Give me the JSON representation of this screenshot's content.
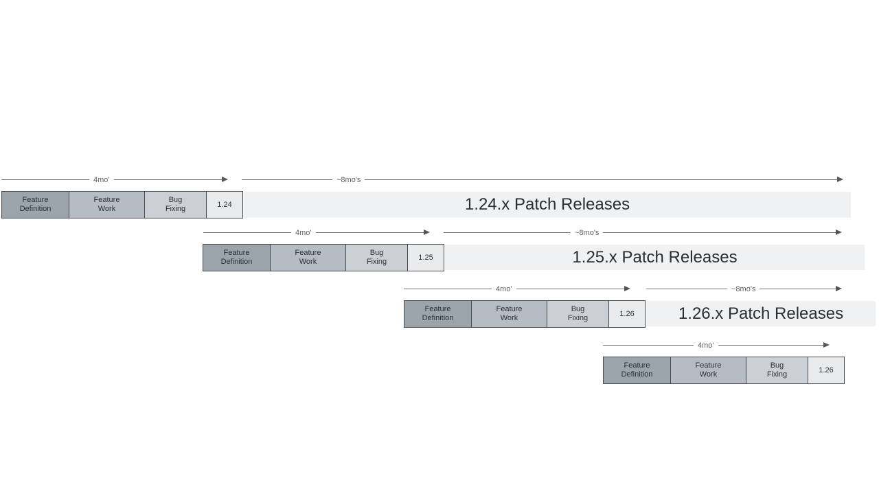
{
  "diagram": {
    "description": "Release cadence timeline with staggered development cycles",
    "labels": {
      "four_months": "4mo'",
      "eight_months": "~8mo's"
    },
    "colors": {
      "feature_definition_fill": "#9ba3ab",
      "feature_work_fill": "#b6bcc3",
      "bug_fixing_fill": "#cbd0d5",
      "version_box_fill": "#e8eaec",
      "patch_bar_fill": "#f0f1f3",
      "box_border": "#45494e",
      "arrow": "#75797e"
    },
    "cycles": [
      {
        "version": "1.24",
        "phases": [
          "Feature Definition",
          "Feature Work",
          "Bug Fixing"
        ],
        "patch_label": "1.24.x Patch Releases"
      },
      {
        "version": "1.25",
        "phases": [
          "Feature Definition",
          "Feature Work",
          "Bug Fixing"
        ],
        "patch_label": "1.25.x Patch Releases"
      },
      {
        "version": "1.26",
        "phases": [
          "Feature Definition",
          "Feature Work",
          "Bug Fixing"
        ],
        "patch_label": "1.26.x Patch Releases"
      },
      {
        "version": "1.26",
        "phases": [
          "Feature Definition",
          "Feature Work",
          "Bug Fixing"
        ]
      }
    ]
  }
}
